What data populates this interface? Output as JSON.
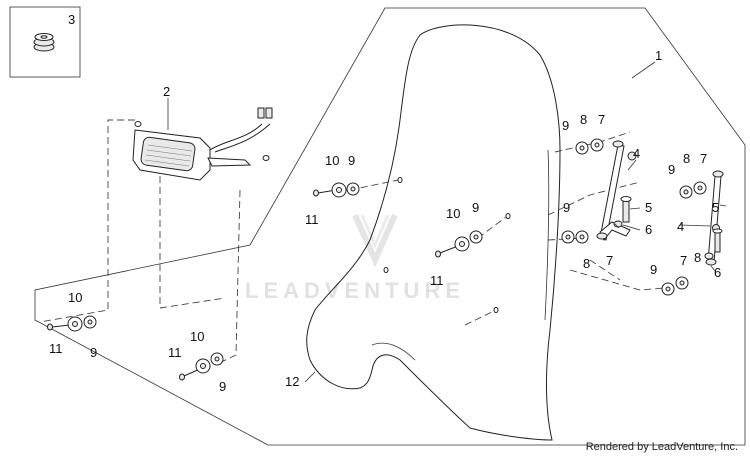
{
  "diagram": {
    "callouts": {
      "c1": "1",
      "c2": "2",
      "c3": "3",
      "c4a": "4",
      "c4b": "4",
      "c5a": "5",
      "c5b": "5",
      "c6a": "6",
      "c6b": "6",
      "c7a": "7",
      "c7b": "7",
      "c7c": "7",
      "c7d": "7",
      "c8a": "8",
      "c8b": "8",
      "c8c": "8",
      "c8d": "8",
      "c9a": "9",
      "c9b": "9",
      "c9c": "9",
      "c9d": "9",
      "c9e": "9",
      "c9f": "9",
      "c9g": "9",
      "c9h": "9",
      "c10a": "10",
      "c10b": "10",
      "c10c": "10",
      "c10d": "10",
      "c11a": "11",
      "c11b": "11",
      "c11c": "11",
      "c11d": "11",
      "c12": "12"
    },
    "watermark": "LEADVENTURE"
  },
  "footer": {
    "credit": "Rendered by LeadVenture, Inc."
  }
}
